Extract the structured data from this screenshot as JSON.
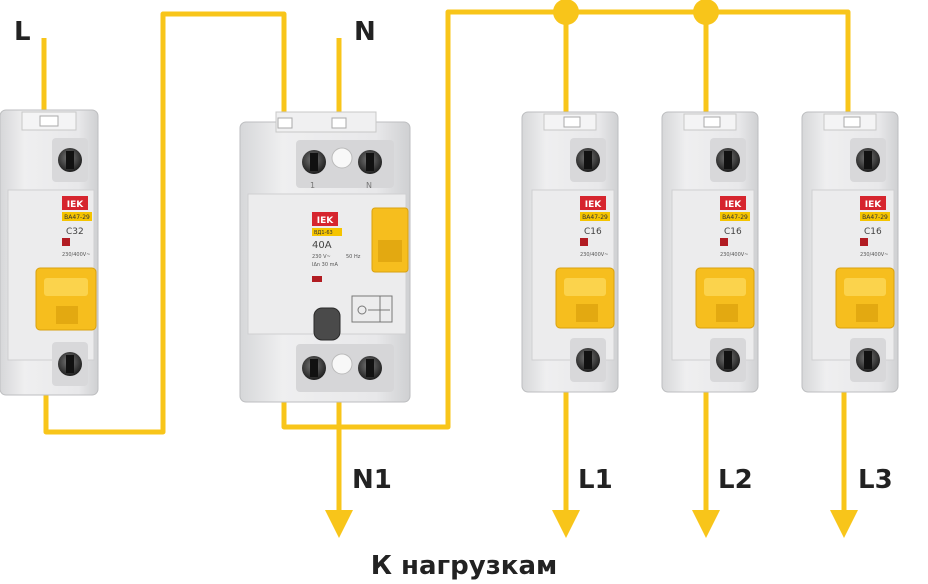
{
  "labels": {
    "input_phase": "L",
    "input_neutral": "N",
    "output_neutral": "N1",
    "output_l1": "L1",
    "output_l2": "L2",
    "output_l3": "L3",
    "caption": "К нагрузкам"
  },
  "devices": {
    "main_breaker": {
      "brand": "IEK",
      "series": "BA47-29",
      "rating": "C32",
      "voltage": "230/400V~"
    },
    "rcd": {
      "brand": "IEK",
      "series": "ВД1-63",
      "rating": "40A",
      "voltage": "230 V~",
      "frequency": "50 Hz",
      "leakage": "IΔn 30 mA",
      "terminal_left": "1",
      "terminal_right": "N"
    },
    "breakers": [
      {
        "brand": "IEK",
        "series": "BA47-29",
        "rating": "C16",
        "voltage": "230/400V~"
      },
      {
        "brand": "IEK",
        "series": "BA47-29",
        "rating": "C16",
        "voltage": "230/400V~"
      },
      {
        "brand": "IEK",
        "series": "BA47-29",
        "rating": "C16",
        "voltage": "230/400V~"
      }
    ]
  },
  "colors": {
    "wire": "#f8c51a",
    "device_body": "#e9e9ea",
    "brand_red": "#d6252e",
    "label_yellow": "#f5c400",
    "lever_yellow": "#f6be1e"
  }
}
